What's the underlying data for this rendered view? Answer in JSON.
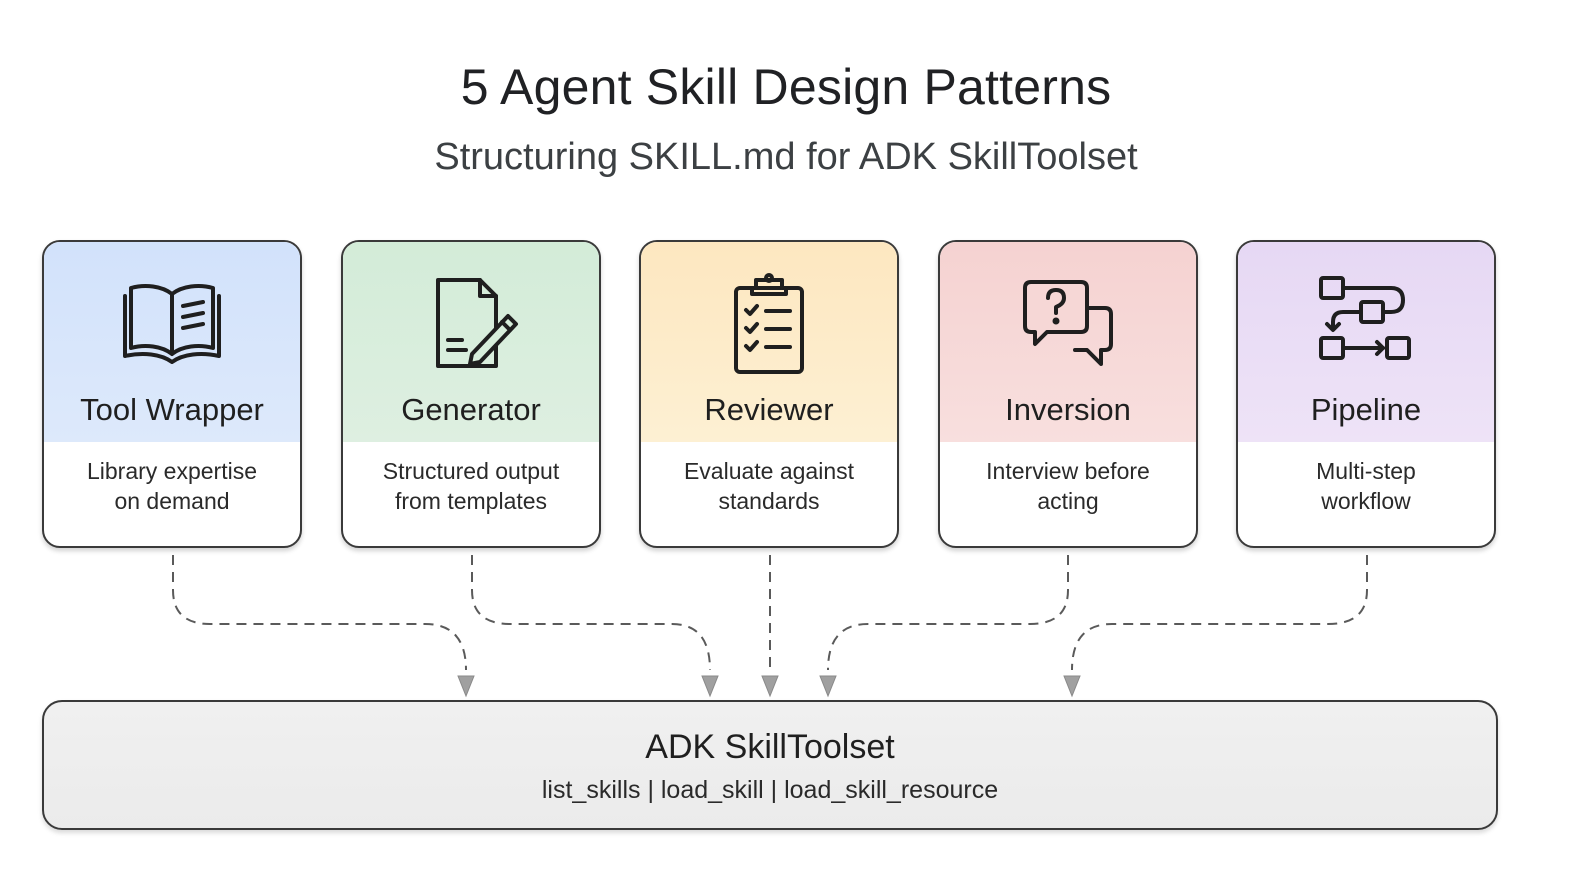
{
  "title": "5 Agent Skill Design Patterns",
  "subtitle": "Structuring SKILL.md for ADK SkillToolset",
  "cards": [
    {
      "icon": "open-book-icon",
      "title": "Tool Wrapper",
      "desc_line1": "Library expertise",
      "desc_line2": "on demand",
      "color": "#d6e4fb"
    },
    {
      "icon": "document-pencil-icon",
      "title": "Generator",
      "desc_line1": "Structured output",
      "desc_line2": "from templates",
      "color": "#d7eedb"
    },
    {
      "icon": "clipboard-checklist-icon",
      "title": "Reviewer",
      "desc_line1": "Evaluate against",
      "desc_line2": "standards",
      "color": "#fdecc8"
    },
    {
      "icon": "speech-bubbles-question-icon",
      "title": "Inversion",
      "desc_line1": "Interview before",
      "desc_line2": "acting",
      "color": "#f6d7d6"
    },
    {
      "icon": "workflow-boxes-icon",
      "title": "Pipeline",
      "desc_line1": "Multi-step",
      "desc_line2": "workflow",
      "color": "#eadcf5"
    }
  ],
  "toolset": {
    "title": "ADK SkillToolset",
    "methods": "list_skills | load_skill | load_skill_resource"
  },
  "colors": {
    "border": "#3a3a3a",
    "connector": "#555555",
    "arrow": "#9e9e9e"
  }
}
